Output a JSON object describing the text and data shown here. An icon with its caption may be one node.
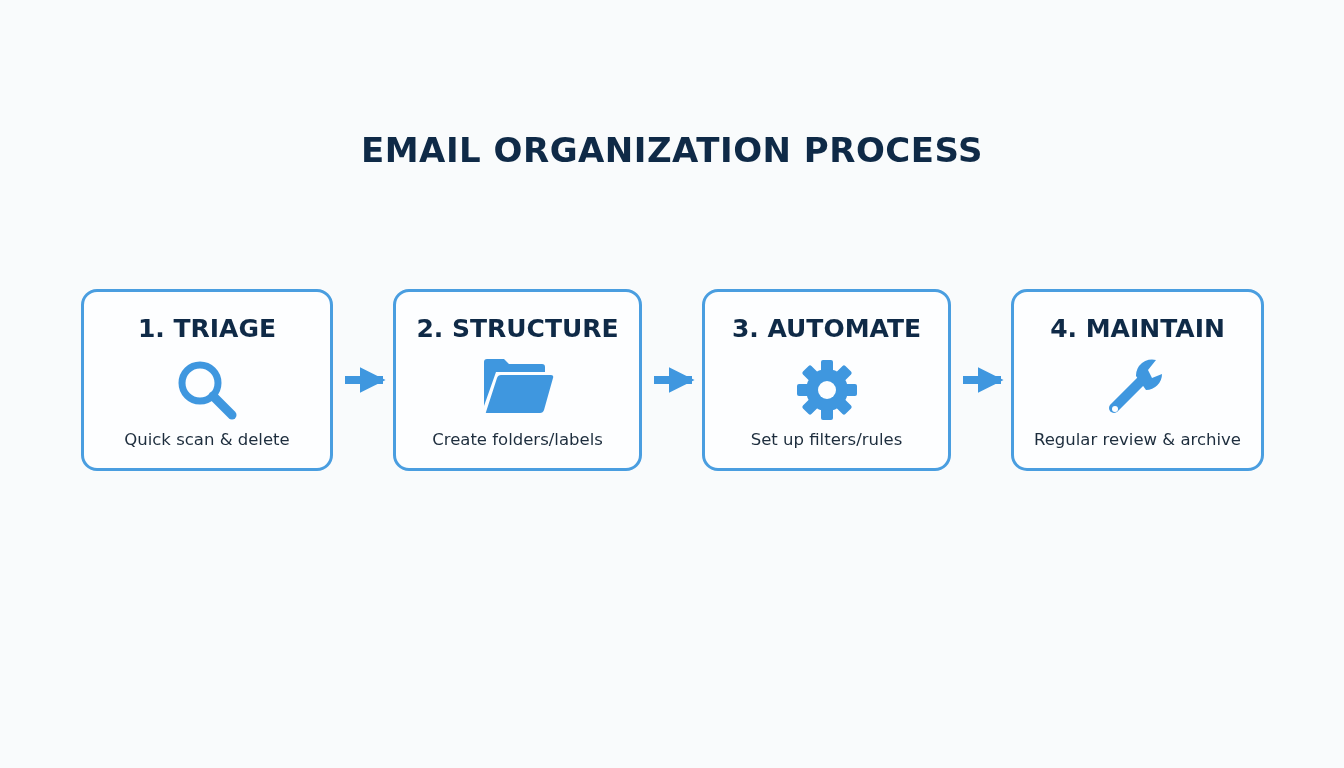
{
  "diagram": {
    "title": "EMAIL ORGANIZATION PROCESS",
    "nodes": [
      {
        "text": [
          "1. TRIAGE",
          "Quick scan & delete"
        ]
      },
      {
        "text": [
          "2. STRUCTURE",
          "Create folders/labels"
        ]
      },
      {
        "text": [
          "3. AUTOMATE",
          "Set up filters/rules"
        ]
      },
      {
        "text": [
          "4. MAINTAIN",
          "Regular review & archive"
        ]
      }
    ],
    "edges": [
      {
        "from": 0,
        "to": 1,
        "arrow": "to"
      },
      {
        "from": 1,
        "to": 2,
        "arrow": "to"
      },
      {
        "from": 2,
        "to": 3,
        "arrow": "to"
      }
    ]
  }
}
